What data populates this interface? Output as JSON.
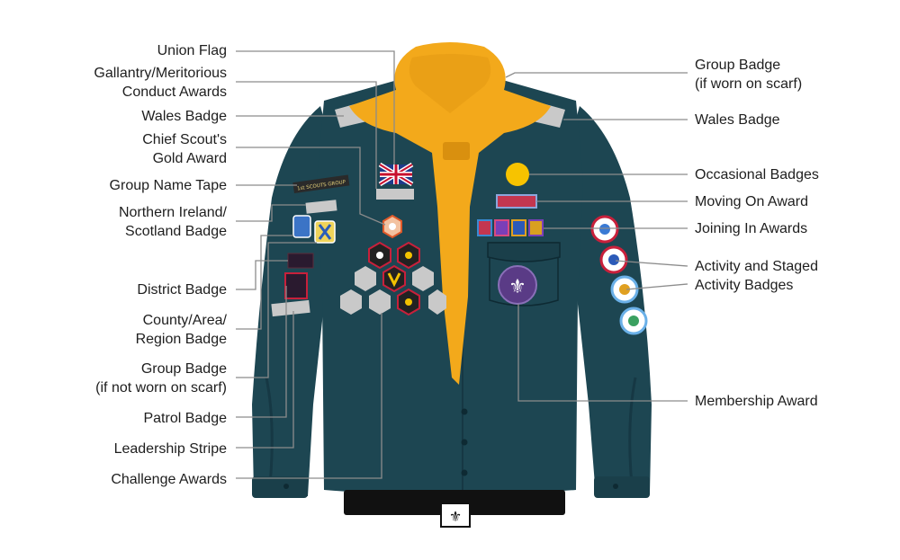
{
  "labels_left": [
    {
      "id": "union-flag",
      "lines": [
        "Union Flag"
      ]
    },
    {
      "id": "gallantry-awards",
      "lines": [
        "Gallantry/Meritorious",
        "Conduct Awards"
      ]
    },
    {
      "id": "wales-badge-left",
      "lines": [
        "Wales Badge"
      ]
    },
    {
      "id": "chief-scouts-gold-award",
      "lines": [
        "Chief Scout's",
        "Gold Award"
      ]
    },
    {
      "id": "group-name-tape",
      "lines": [
        "Group Name Tape"
      ]
    },
    {
      "id": "ni-scotland-badge",
      "lines": [
        "Northern Ireland/",
        "Scotland Badge"
      ]
    },
    {
      "id": "district-badge",
      "lines": [
        "District Badge"
      ]
    },
    {
      "id": "county-area-region-badge",
      "lines": [
        "County/Area/",
        "Region Badge"
      ]
    },
    {
      "id": "group-badge-not-scarf",
      "lines": [
        "Group Badge",
        "(if not worn on scarf)"
      ]
    },
    {
      "id": "patrol-badge",
      "lines": [
        "Patrol Badge"
      ]
    },
    {
      "id": "leadership-stripe",
      "lines": [
        "Leadership Stripe"
      ]
    },
    {
      "id": "challenge-awards",
      "lines": [
        "Challenge Awards"
      ]
    }
  ],
  "labels_right": [
    {
      "id": "group-badge-scarf",
      "lines": [
        "Group Badge",
        "(if worn on scarf)"
      ]
    },
    {
      "id": "wales-badge-right",
      "lines": [
        "Wales Badge"
      ]
    },
    {
      "id": "occasional-badges",
      "lines": [
        "Occasional Badges"
      ]
    },
    {
      "id": "moving-on-award",
      "lines": [
        "Moving On Award"
      ]
    },
    {
      "id": "joining-in-awards",
      "lines": [
        "Joining In Awards"
      ]
    },
    {
      "id": "activity-staged-badges",
      "lines": [
        "Activity and Staged",
        "Activity Badges"
      ]
    },
    {
      "id": "membership-award",
      "lines": [
        "Membership Award"
      ]
    }
  ],
  "name_tape_text": "1st SCOUTS GROUP",
  "colors": {
    "shirt": "#1d4652",
    "shirt_shadow": "#163844",
    "scarf": "#f3a91b",
    "scarf_dark": "#d9900f",
    "belt": "#111111",
    "badge_grey": "#c9c9c9",
    "leader_line": "#8c8c8c",
    "occasional_badge": "#f7c300",
    "moving_on": "#c33650",
    "membership": "#5a3b86",
    "activity_badge": "#c8203b"
  }
}
